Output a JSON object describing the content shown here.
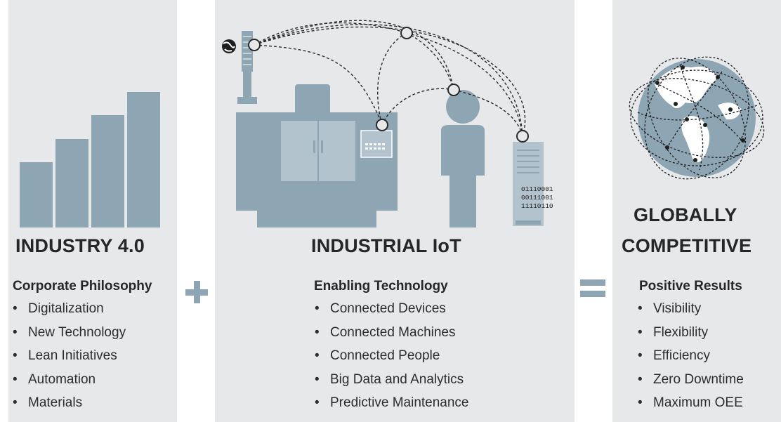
{
  "left": {
    "title": "INDUSTRY 4.0",
    "subtitle": "Corporate Philosophy",
    "items": [
      "Digitalization",
      "New Technology",
      "Lean Initiatives",
      "Automation",
      "Materials"
    ]
  },
  "middle": {
    "title": "INDUSTRIAL IoT",
    "subtitle": "Enabling Technology",
    "items": [
      "Connected Devices",
      "Connected Machines",
      "Connected People",
      "Big Data and Analytics",
      "Predictive Maintenance"
    ],
    "binary_lines": [
      "01110001",
      "00111001",
      "11110110"
    ]
  },
  "right": {
    "title_line1": "GLOBALLY",
    "title_line2": "COMPETITIVE",
    "subtitle": "Positive Results",
    "items": [
      "Visibility",
      "Flexibility",
      "Efficiency",
      "Zero Downtime",
      "Maximum OEE"
    ]
  },
  "operators": {
    "plus": "plus-sign",
    "equals": "equals-sign"
  },
  "colors": {
    "panel": "#e7e8ea",
    "icon": "#8ea5b3",
    "icon_light": "#b3c3cd",
    "text": "#262626"
  }
}
